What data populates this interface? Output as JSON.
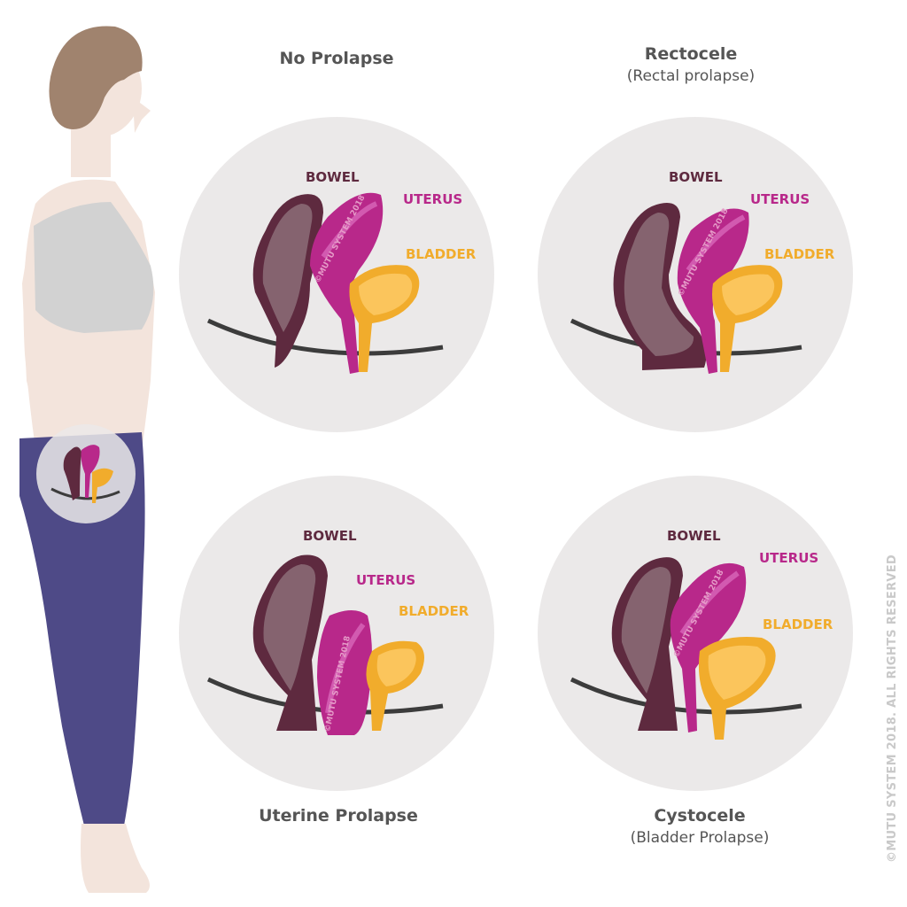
{
  "panels": [
    {
      "id": "no-prolapse",
      "title": "No Prolapse",
      "subtitle": "",
      "labels": {
        "bowel": "BOWEL",
        "uterus": "UTERUS",
        "bladder": "BLADDER"
      }
    },
    {
      "id": "rectocele",
      "title": "Rectocele",
      "subtitle": "(Rectal  prolapse)",
      "labels": {
        "bowel": "BOWEL",
        "uterus": "UTERUS",
        "bladder": "BLADDER"
      }
    },
    {
      "id": "uterine-prolapse",
      "title": "Uterine Prolapse",
      "subtitle": "",
      "labels": {
        "bowel": "BOWEL",
        "uterus": "UTERUS",
        "bladder": "BLADDER"
      }
    },
    {
      "id": "cystocele",
      "title": "Cystocele",
      "subtitle": "(Bladder Prolapse)",
      "labels": {
        "bowel": "BOWEL",
        "uterus": "UTERUS",
        "bladder": "BLADDER"
      }
    }
  ],
  "watermark": "©MUTU SYSTEM 2018",
  "copyright": "©MUTU SYSTEM 2018. ALL RIGHTS RESERVED",
  "colors": {
    "circle": "#ebe9e9",
    "bowel": "#5e2a3f",
    "bowel_fill": "#85636f",
    "uterus": "#b8288a",
    "uterus_light": "#d25ab0",
    "bladder": "#f1ac2c",
    "bladder_fill": "#fbc55c",
    "floor": "#3c3c3c",
    "skin": "#f3e4dc",
    "hair": "#a0836e",
    "bra": "#d2d2d2",
    "leggings": "#4e4a87",
    "title_text": "#555555"
  }
}
